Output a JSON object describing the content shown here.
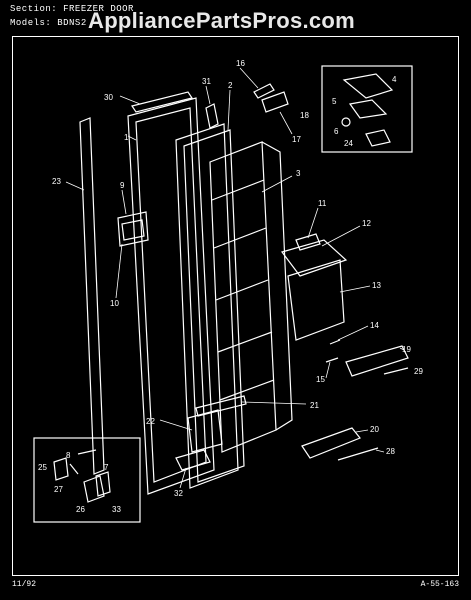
{
  "header": {
    "section_label": "Section:",
    "section_value": "FREEZER DOOR",
    "models_label": "Models:",
    "models_value": "BDNS2"
  },
  "watermark": "AppliancePartsPros.com",
  "callouts": [
    "1",
    "2",
    "3",
    "4",
    "5",
    "6",
    "7",
    "8",
    "9",
    "10",
    "11",
    "12",
    "13",
    "14",
    "15",
    "16",
    "17",
    "18",
    "19",
    "20",
    "21",
    "22",
    "23",
    "24",
    "25",
    "26",
    "27",
    "28",
    "29",
    "30",
    "31",
    "32",
    "33"
  ],
  "footer": {
    "date": "11/92",
    "ref": "A-55-163"
  },
  "colors": {
    "background": "#000000",
    "lines": "#ffffff"
  }
}
